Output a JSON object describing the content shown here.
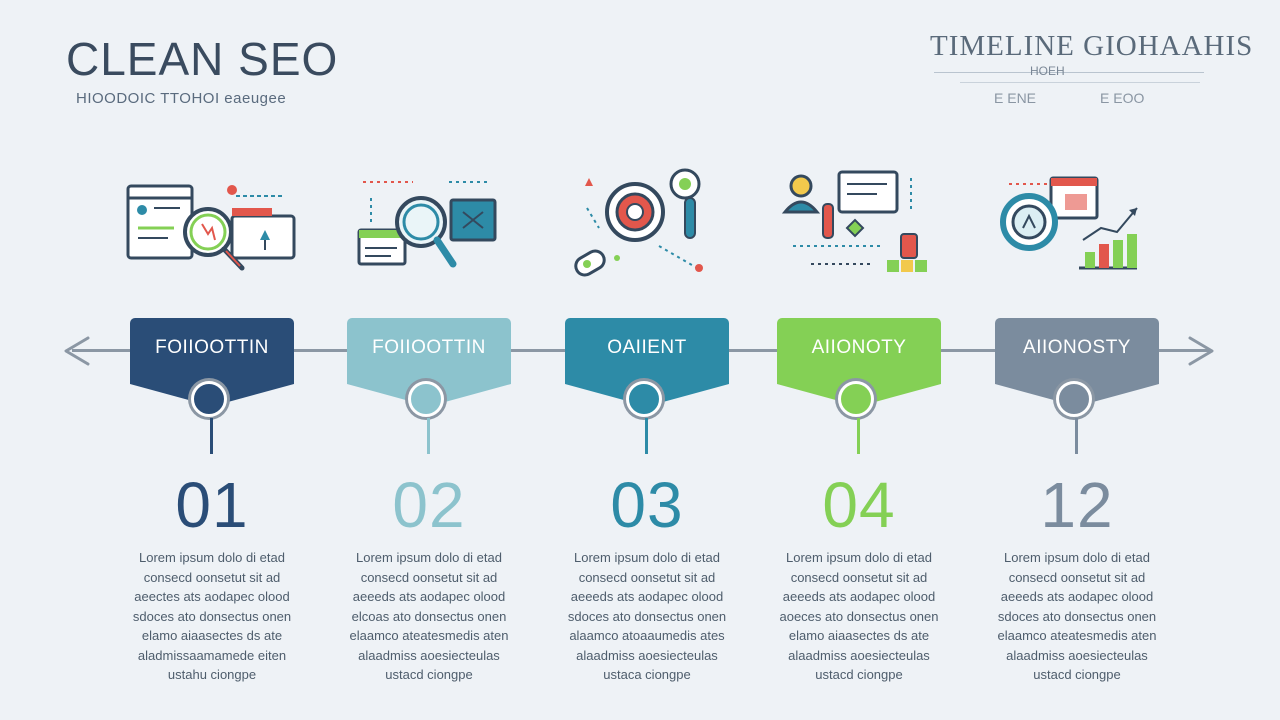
{
  "header": {
    "title": "CLEAN SEO",
    "subtitle": "HIOODOIC TTOHOI eaeugee"
  },
  "top_right": {
    "title": "TIMELINE GIOHAAHIS",
    "subtitle": "HOEH",
    "note_left": "E ENE",
    "note_right": "E EOO"
  },
  "colors": {
    "step1": "#2a4d77",
    "step2": "#8cc3cd",
    "step3": "#2d8ba7",
    "step4": "#84d055",
    "step5": "#7b8c9e",
    "line": "#8b97a4"
  },
  "steps": [
    {
      "label": "FOIIOOTTIN",
      "number": "01",
      "icon": "website-magnifier-icon",
      "desc": [
        "Lorem ipsum dolo di etad",
        "consecd oonsetut sit ad",
        "aeectes ats aodapec olood",
        "sdoces ato donsectus onen",
        "elamo aiaasectes ds ate",
        "aladmissaamamede eiten",
        "ustahu ciongpe"
      ]
    },
    {
      "label": "FOIIOOTTIN",
      "number": "02",
      "icon": "search-analysis-icon",
      "desc": [
        "Lorem ipsum dolo di etad",
        "consecd oonsetut sit ad",
        "aeeeds ats aodapec olood",
        "elcoas ato donsectus onen",
        "elaamco ateatesmedis aten",
        "alaadmiss aoesiecteulas",
        "ustacd ciongpe"
      ]
    },
    {
      "label": "OAIIENT",
      "number": "03",
      "icon": "target-keyword-icon",
      "desc": [
        "Lorem ipsum dolo di etad",
        "consecd oonsetut sit ad",
        "aeeeds ats aodapec olood",
        "sdoces ato donsectus onen",
        "alaamco atoaaumedis ates",
        "alaadmiss aoesiecteulas",
        "ustaca ciongpe"
      ]
    },
    {
      "label": "AIIONOTY",
      "number": "04",
      "icon": "user-flow-icon",
      "desc": [
        "Lorem ipsum dolo di etad",
        "consecd oonsetut sit ad",
        "aeeeds ats aodapec olood",
        "aoeces ato donsectus onen",
        "elamo aiaasectes ds ate",
        "alaadmiss aoesiecteulas",
        "ustacd ciongpe"
      ]
    },
    {
      "label": "AIIONOSTY",
      "number": "12",
      "icon": "analytics-growth-icon",
      "desc": [
        "Lorem ipsum dolo di etad",
        "consecd oonsetut sit ad",
        "aeeeds ats aodapec olood",
        "sdoces ato donsectus onen",
        "elaamco ateatesmedis aten",
        "alaadmiss aoesiecteulas",
        "ustacd ciongpe"
      ]
    }
  ]
}
